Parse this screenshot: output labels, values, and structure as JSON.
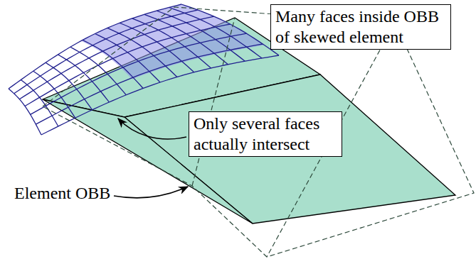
{
  "diagram": {
    "nodes": [
      {
        "text": [
          "Many faces inside OBB of skewed element"
        ]
      },
      {
        "text": [
          "Only several faces actually intersect"
        ]
      }
    ],
    "labels": [
      "Element OBB"
    ]
  }
}
